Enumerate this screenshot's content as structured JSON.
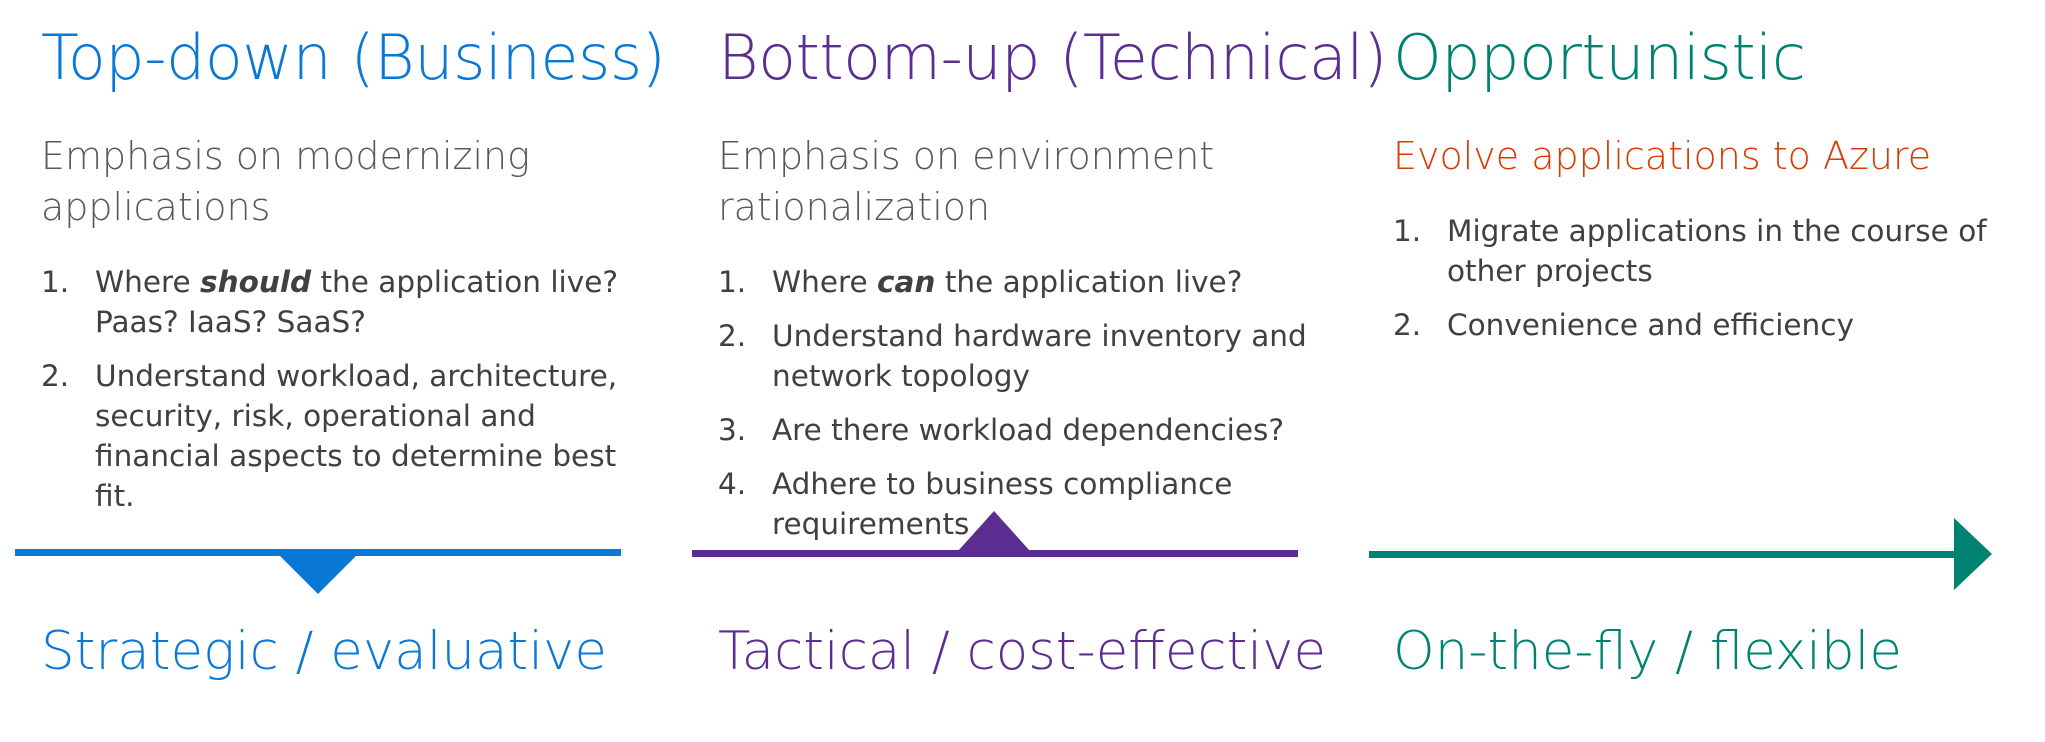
{
  "colors": {
    "blue": "#0a78d7",
    "purple": "#5c2d91",
    "teal": "#008272",
    "orange": "#d83b01",
    "subtitle_gray": "#595959",
    "body_text": "#404040"
  },
  "columns": [
    {
      "title": "Top-down (Business)",
      "subtitle": "Emphasis on modernizing applications",
      "points": [
        {
          "num": "1.",
          "pre": "Where ",
          "em": "should",
          "post": " the application live? Paas?  IaaS?  SaaS?"
        },
        {
          "num": "2.",
          "pre": "Understand workload, architecture, security, risk, operational and financial aspects to determine best fit.",
          "em": "",
          "post": ""
        }
      ],
      "marker": "triangle-down-icon",
      "bottom_label": "Strategic / evaluative"
    },
    {
      "title": "Bottom-up (Technical)",
      "subtitle": "Emphasis on environment rationalization",
      "points": [
        {
          "num": "1.",
          "pre": "Where ",
          "em": "can",
          "post": " the application live?"
        },
        {
          "num": "2.",
          "pre": "Understand hardware inventory and network topology",
          "em": "",
          "post": ""
        },
        {
          "num": "3.",
          "pre": "Are there workload dependencies?",
          "em": "",
          "post": ""
        },
        {
          "num": "4.",
          "pre": "Adhere to business compliance requirements",
          "em": "",
          "post": ""
        }
      ],
      "marker": "triangle-up-icon",
      "bottom_label": "Tactical / cost-effective"
    },
    {
      "title": "Opportunistic",
      "subtitle": "Evolve applications to Azure",
      "points": [
        {
          "num": "1.",
          "pre": "Migrate applications in the course of other projects",
          "em": "",
          "post": ""
        },
        {
          "num": "2.",
          "pre": "Convenience and efficiency",
          "em": "",
          "post": ""
        }
      ],
      "marker": "arrow-right-icon",
      "bottom_label": "On-the-fly / flexible"
    }
  ]
}
